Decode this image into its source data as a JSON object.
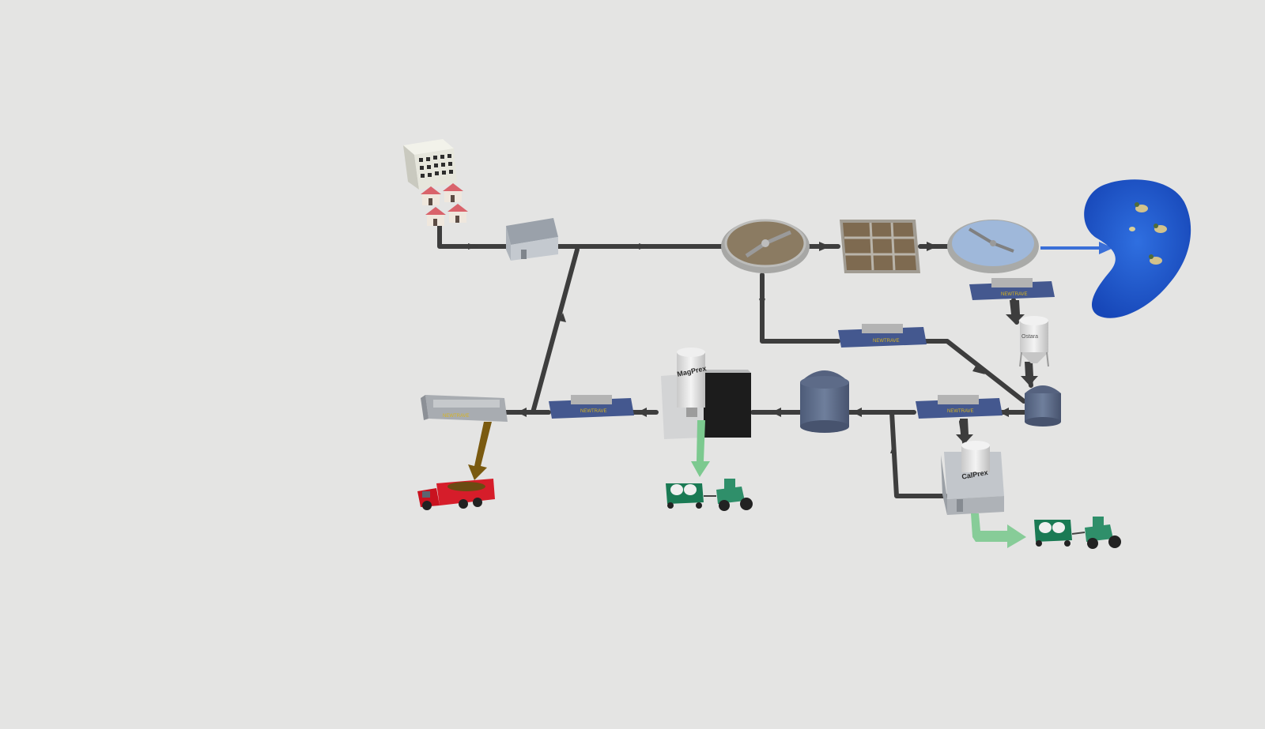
{
  "diagram": {
    "background_color": "#e4e4e3",
    "pipe_color": "#3d3d3d",
    "effluent_color": "#3a6fd8",
    "product_color": "#7cc98f",
    "sludge_color": "#7a5a10",
    "units": {
      "magprex_label": "MagPrex",
      "calprex_label": "CalPrex",
      "silo_label": "Ostara",
      "press_label": "NEWTRAVE",
      "dryer_label": "NEWTRAVE"
    }
  }
}
